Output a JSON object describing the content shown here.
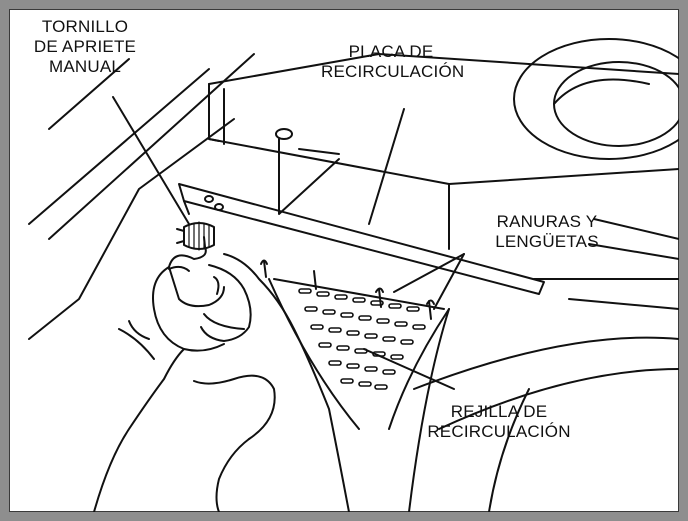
{
  "labels": {
    "thumbscrew": {
      "line1": "TORNILLO",
      "line2": "DE APRIETE",
      "line3": "MANUAL"
    },
    "recirc_plate": {
      "line1": "PLACA DE",
      "line2": "RECIRCULACIÓN"
    },
    "slots_tabs": {
      "line1": "RANURAS Y",
      "line2": "LENGÜETAS"
    },
    "recirc_grille": {
      "line1": "REJILLA DE",
      "line2": "RECIRCULACIÓN"
    }
  },
  "colors": {
    "border": "#8e8e8e",
    "ink": "#111111"
  }
}
